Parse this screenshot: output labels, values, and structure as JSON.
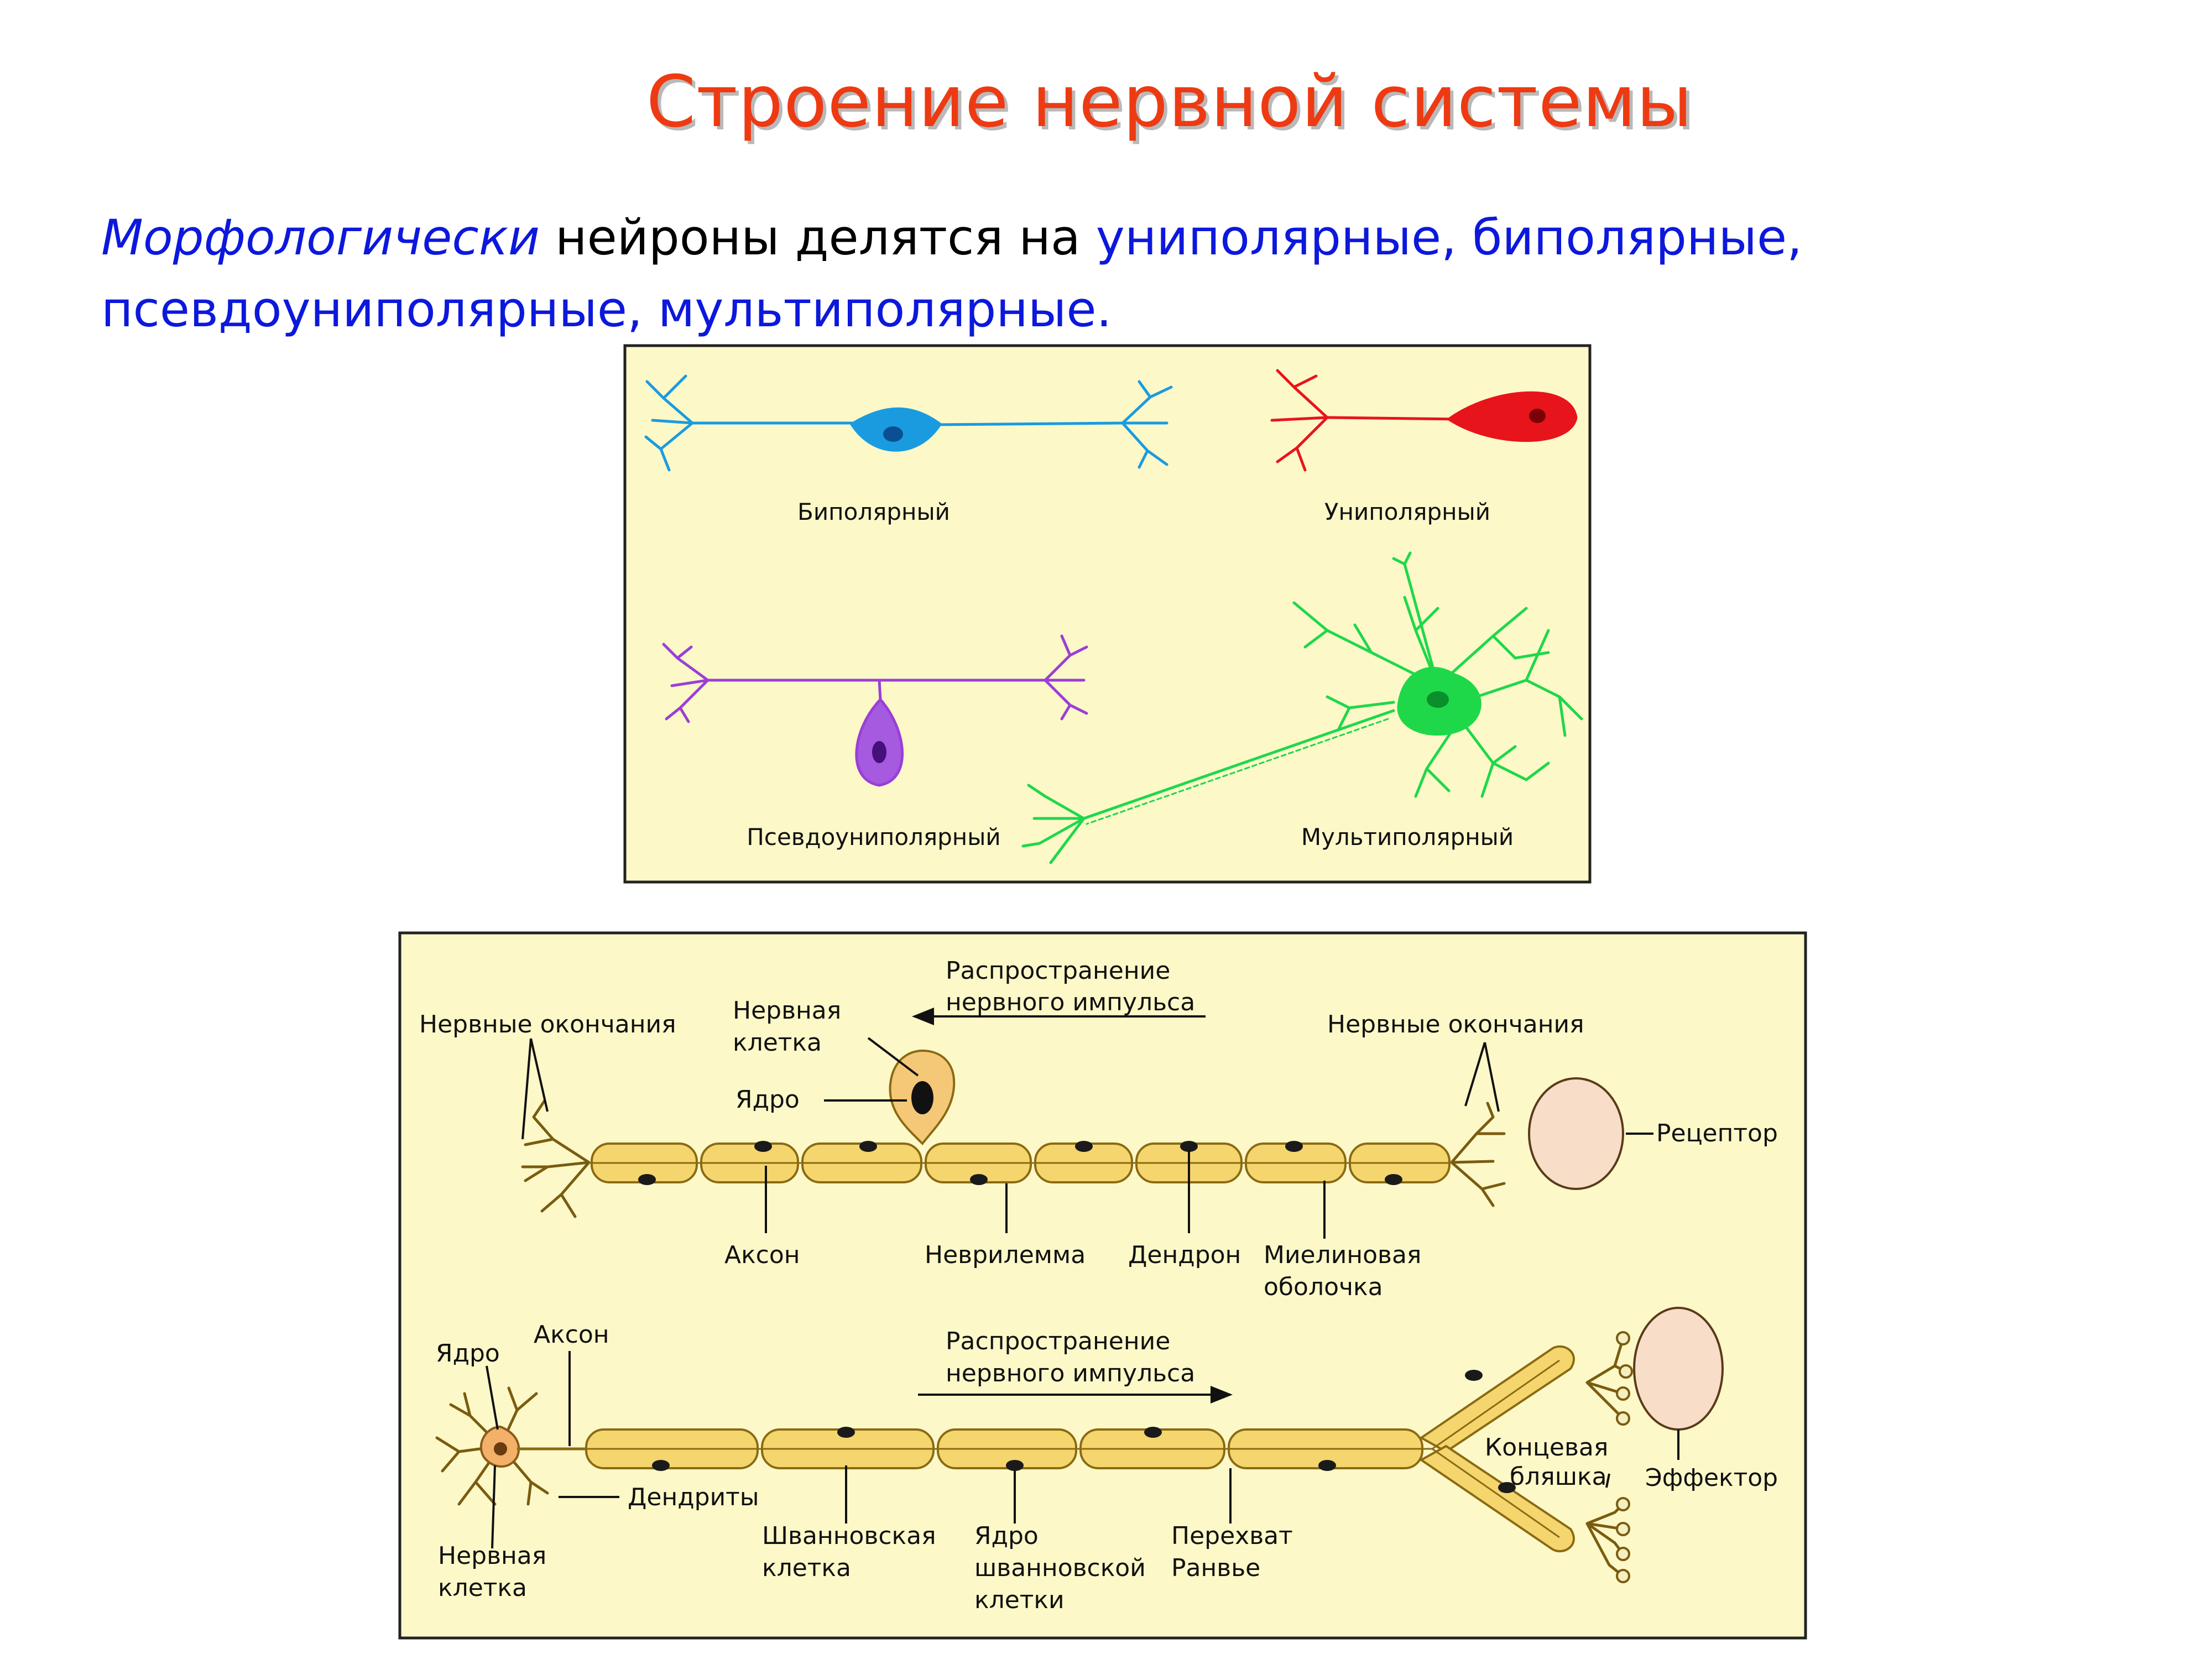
{
  "title": "Строение нервной системы",
  "intro": {
    "emphasis": "Морфологически",
    "mid": " нейроны делятся на ",
    "types_line1": "униполярные, биполярные,",
    "types_line2": "псевдоуниполярные, мультиполярные."
  },
  "panel1": {
    "bipolar": "Биполярный",
    "unipolar": "Униполярный",
    "pseudo": "Псевдоуниполярный",
    "multi": "Мультиполярный"
  },
  "sensory": {
    "endings_left": "Нервные окончания",
    "cell_1": "Нервная",
    "cell_2": "клетка",
    "impulse_1": "Распространение",
    "impulse_2": "нервного импульса",
    "endings_right": "Нервные окончания",
    "nucleus": "Ядро",
    "receptor": "Рецептор",
    "axon": "Аксон",
    "neurilemma": "Неврилемма",
    "dendron": "Дендрон",
    "myelin_1": "Миелиновая",
    "myelin_2": "оболочка"
  },
  "motor": {
    "axon": "Аксон",
    "nucleus": "Ядро",
    "impulse_1": "Распространение",
    "impulse_2": "нервного импульса",
    "end_plate_1": "Концевая",
    "end_plate_2": "бляшка",
    "effector": "Эффектор",
    "dendrites": "Дендриты",
    "cell_1": "Нервная",
    "cell_2": "клетка",
    "schwann_1": "Шванновская",
    "schwann_2": "клетка",
    "snuc_1": "Ядро",
    "snuc_2": "шванновской",
    "snuc_3": "клетки",
    "ranvier_1": "Перехват",
    "ranvier_2": "Ранвье"
  },
  "colors": {
    "title": "#ee3a12",
    "highlight": "#0c18dc",
    "panel_bg": "#fdf8c8",
    "myelin": "#f5d66e",
    "bipolar": "#1a9be0",
    "unipolar": "#e8141c",
    "pseudo": "#9b3fd6",
    "multi": "#1ed84a"
  }
}
